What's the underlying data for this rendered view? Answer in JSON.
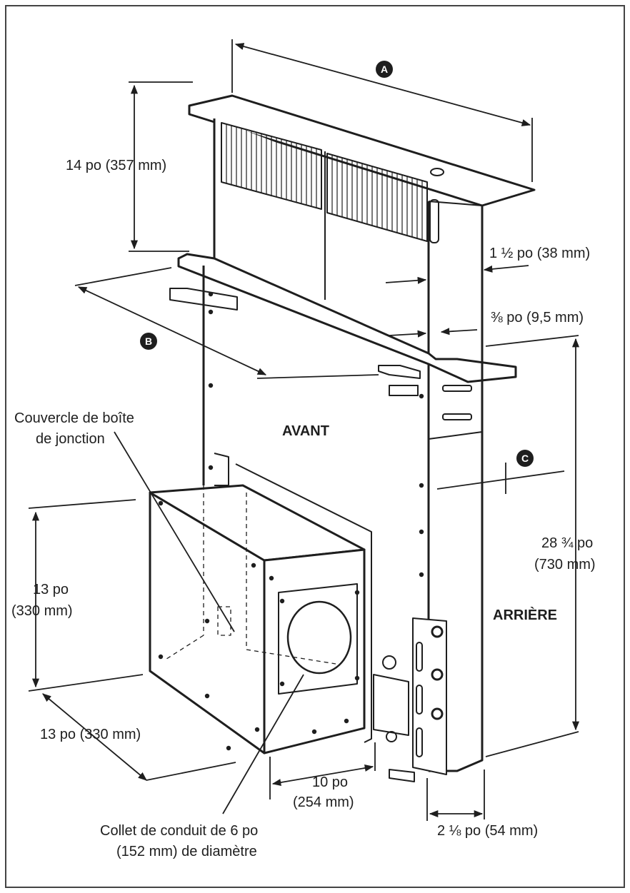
{
  "labels": {
    "height_top": "14 po (357 mm)",
    "side_thickness": "1 ½ po (38 mm)",
    "lip": "⅜ po (9,5 mm)",
    "junction_1": "Couvercle de boîte",
    "junction_2": "de jonction",
    "front": "AVANT",
    "rear": "ARRIÈRE",
    "height_total_1": "28 ¾ po",
    "height_total_2": "(730 mm)",
    "motor_h_1": "13 po",
    "motor_h_2": "(330 mm)",
    "motor_w": "13 po (330 mm)",
    "motor_d_1": "10 po",
    "motor_d_2": "(254 mm)",
    "rear_offset": "2 ⅛ po (54 mm)",
    "collar_1": "Collet de conduit de 6 po",
    "collar_2": "(152 mm) de diamètre"
  },
  "badges": {
    "a": "A",
    "b": "B",
    "c": "C"
  }
}
